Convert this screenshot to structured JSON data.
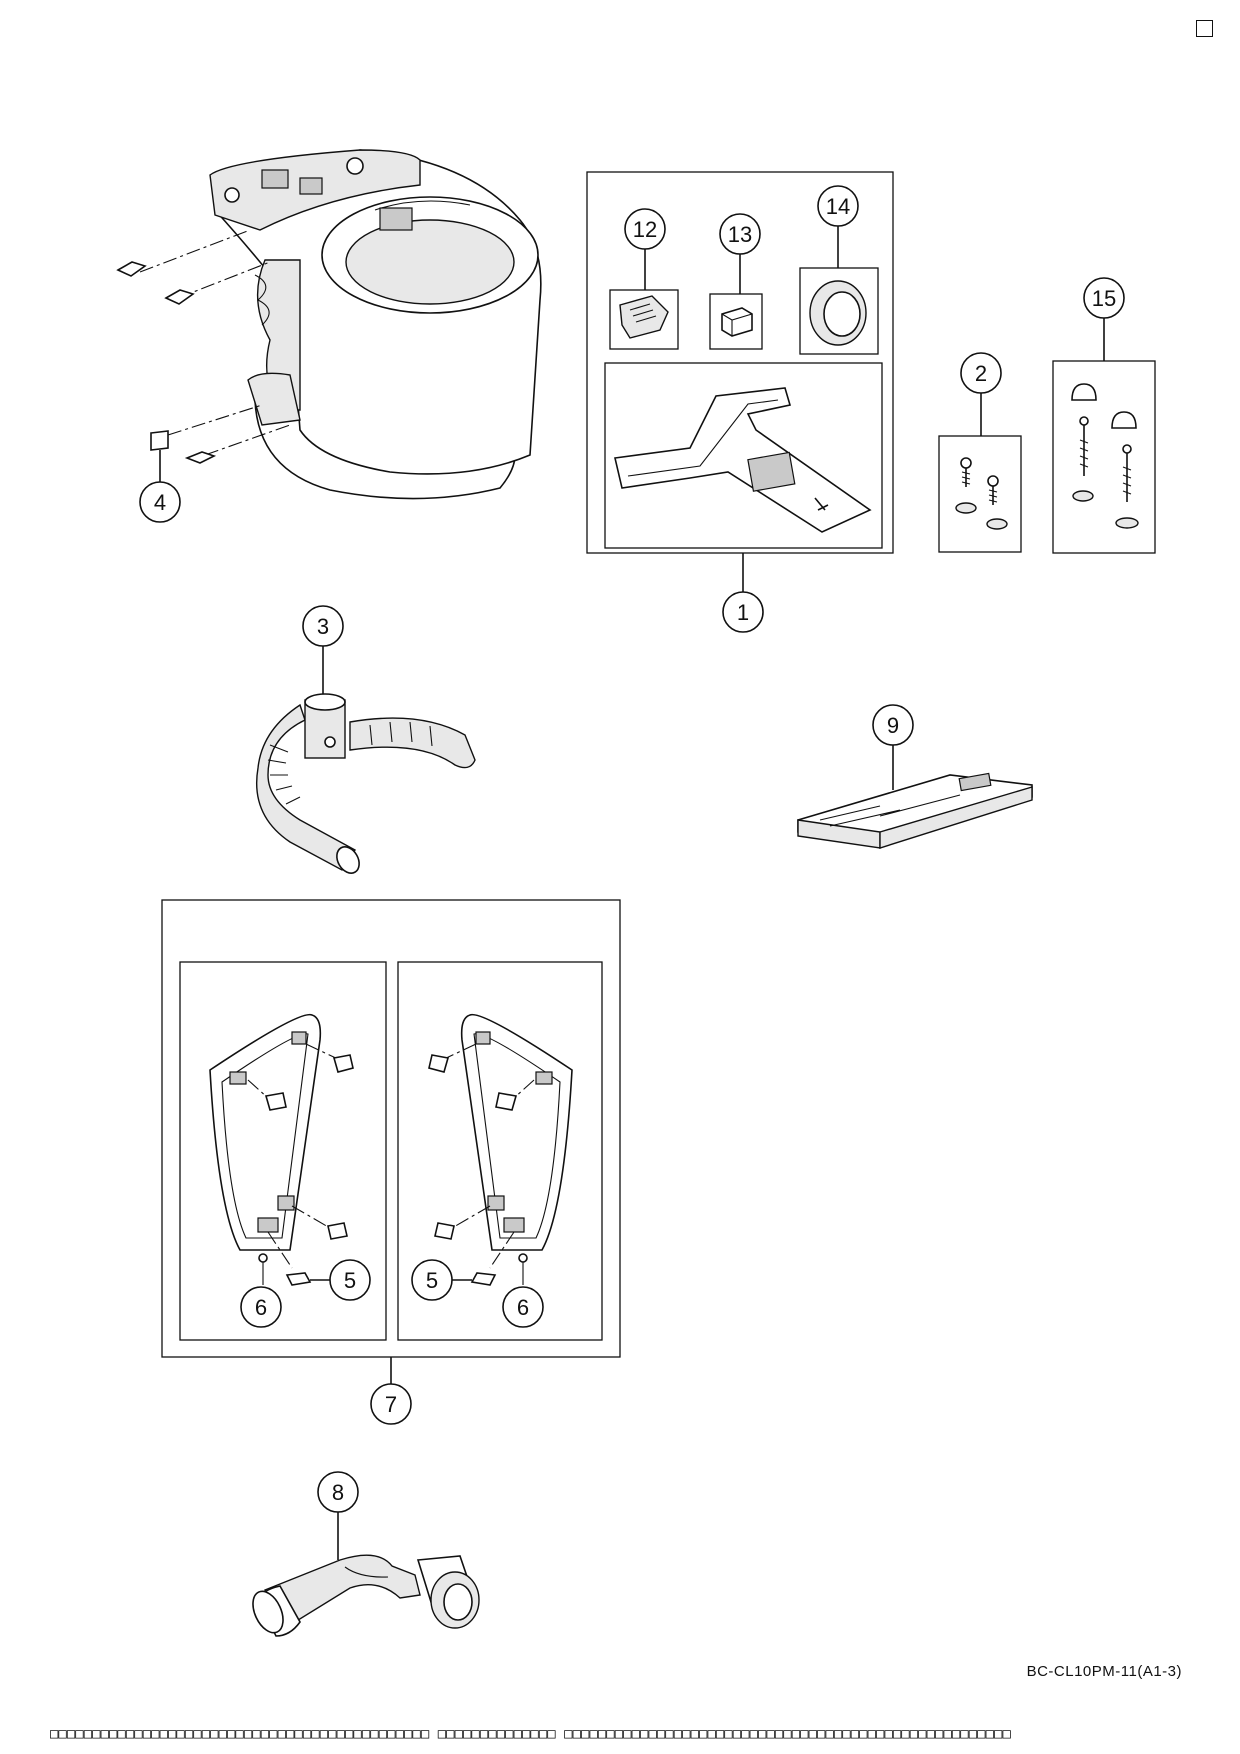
{
  "callouts": [
    {
      "id": "c1",
      "label": "1"
    },
    {
      "id": "c2",
      "label": "2"
    },
    {
      "id": "c3",
      "label": "3"
    },
    {
      "id": "c4",
      "label": "4"
    },
    {
      "id": "c5a",
      "label": "5"
    },
    {
      "id": "c5b",
      "label": "5"
    },
    {
      "id": "c6a",
      "label": "6"
    },
    {
      "id": "c6b",
      "label": "6"
    },
    {
      "id": "c7",
      "label": "7"
    },
    {
      "id": "c8",
      "label": "8"
    },
    {
      "id": "c9",
      "label": "9"
    },
    {
      "id": "c12",
      "label": "12"
    },
    {
      "id": "c13",
      "label": "13"
    },
    {
      "id": "c14",
      "label": "14"
    },
    {
      "id": "c15",
      "label": "15"
    }
  ],
  "document_code": "BC-CL10PM-11(A1-3)",
  "footer_strip": "□□□□□□□□□□□□□□□□□□□□□□□□□□□□□□□□□□□□□□□□□□□□□ □□□□□□□□□□□□□□ □□□□□□□□□□□□□□□□□□□□□□□□□□□□□□□□□□□□□□□□□□□□□□□□□□□□□"
}
